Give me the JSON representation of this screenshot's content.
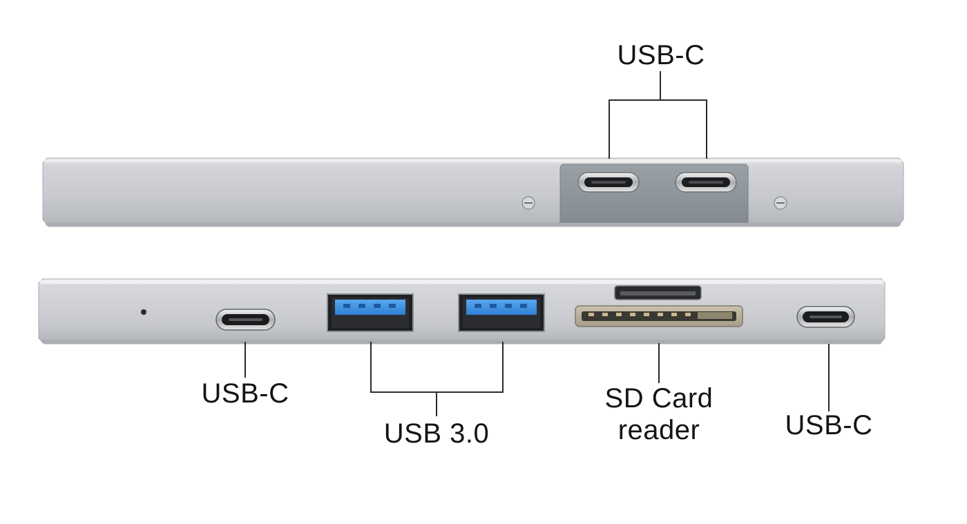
{
  "labels": {
    "top_usb_c": "USB-C",
    "left_usb_c": "USB-C",
    "usb3": "USB 3.0",
    "sd_card_line1": "SD Card",
    "sd_card_line2": "reader",
    "right_usb_c": "USB-C"
  },
  "colors": {
    "aluminum": "#c9cbd1",
    "usb3_blue": "#3a8ee6",
    "port_plate": "#8f969c",
    "text": "#141414"
  }
}
